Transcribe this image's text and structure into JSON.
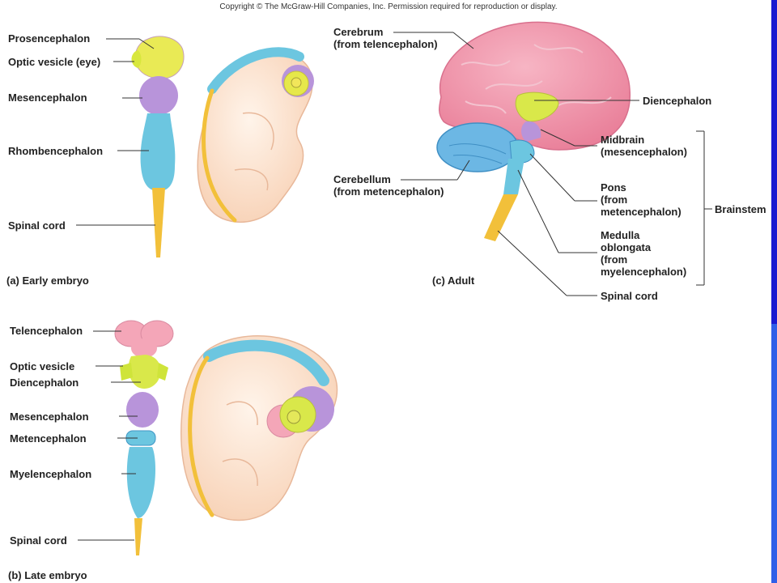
{
  "copyright": "Copyright © The McGraw-Hill Companies, Inc. Permission required for reproduction or display.",
  "panels": {
    "a": {
      "caption": "(a) Early embryo",
      "labels": {
        "prosencephalon": "Prosencephalon",
        "optic_vesicle": "Optic vesicle (eye)",
        "mesencephalon": "Mesencephalon",
        "rhombencephalon": "Rhombencephalon",
        "spinal_cord": "Spinal cord"
      }
    },
    "b": {
      "caption": "(b) Late embryo",
      "labels": {
        "telencephalon": "Telencephalon",
        "optic_vesicle": "Optic vesicle",
        "diencephalon": "Diencephalon",
        "mesencephalon": "Mesencephalon",
        "metencephalon": "Metencephalon",
        "myelencephalon": "Myelencephalon",
        "spinal_cord": "Spinal cord"
      }
    },
    "c": {
      "caption": "(c) Adult",
      "labels": {
        "cerebrum": "Cerebrum\n(from telencephalon)",
        "diencephalon": "Diencephalon",
        "midbrain": "Midbrain\n(mesencephalon)",
        "cerebellum": "Cerebellum\n(from metencephalon)",
        "pons": "Pons\n(from\nmetencephalon)",
        "brainstem": "Brainstem",
        "medulla": "Medulla\noblongata\n(from\nmyelencephalon)",
        "spinal_cord": "Spinal cord"
      }
    }
  },
  "colors": {
    "telencephalon": "#f4a6b8",
    "diencephalon": "#d9e84a",
    "mesencephalon": "#b89ad8",
    "rhombencephalon": "#6cc6e0",
    "spinal_cord": "#f2c03a",
    "embryo_skin": "#fde3cf",
    "background_frame": "#1a1ad0"
  }
}
